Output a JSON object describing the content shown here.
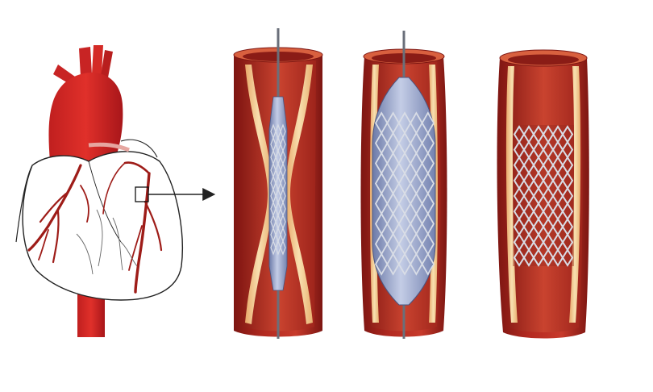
{
  "diagram": {
    "panels": [
      {
        "id": "heart",
        "kind": "heart-illustration"
      },
      {
        "id": "stage-1",
        "kind": "artery-cross-section",
        "stent_state": "crimped-on-deflated-balloon",
        "guidewire": true
      },
      {
        "id": "stage-2",
        "kind": "artery-cross-section",
        "stent_state": "expanded-by-inflated-balloon",
        "guidewire": true
      },
      {
        "id": "stage-3",
        "kind": "artery-cross-section",
        "stent_state": "deployed",
        "guidewire": false
      }
    ],
    "connector": {
      "from": "heart",
      "to": "stage-1",
      "marker": "arrow-icon"
    },
    "colors": {
      "artery_outer": "#a8231c",
      "artery_dark": "#7d1612",
      "artery_inner": "#c9432f",
      "plaque": "#f2c98a",
      "plaque_light": "#f8e0b0",
      "balloon": "#8f9ec6",
      "balloon_light": "#c4cde6",
      "stent": "#d9dde6",
      "wire": "#6a6f7a",
      "outline": "#222222"
    }
  }
}
